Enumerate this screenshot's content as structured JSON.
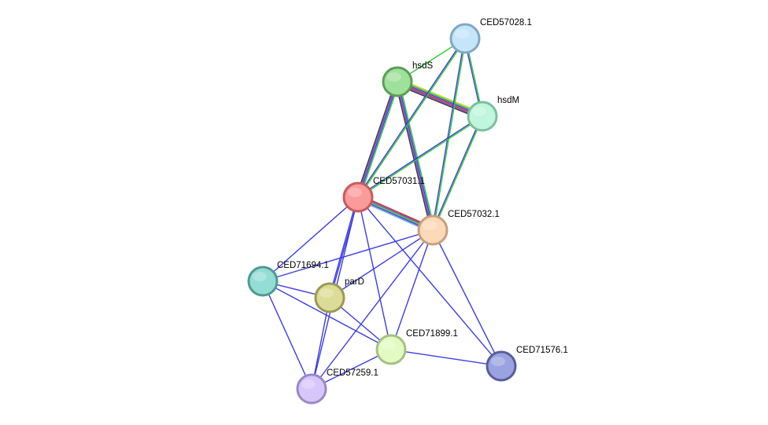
{
  "nodes": [
    {
      "id": "CED57028.1",
      "label": "CED57028.1",
      "fill": "#c5e6fa",
      "stroke": "#7fa8c6"
    },
    {
      "id": "hsdS",
      "label": "hsdS",
      "fill": "#9fe09a",
      "stroke": "#5a9e55"
    },
    {
      "id": "hsdM",
      "label": "hsdM",
      "fill": "#bff6dc",
      "stroke": "#7dbf9e"
    },
    {
      "id": "CED57031.1",
      "label": "CED57031.1",
      "fill": "#fb9a9a",
      "stroke": "#c85a5a"
    },
    {
      "id": "CED57032.1",
      "label": "CED57032.1",
      "fill": "#fcd9b8",
      "stroke": "#c8a07a"
    },
    {
      "id": "CED71694.1",
      "label": "CED71694.1",
      "fill": "#93ddd5",
      "stroke": "#4f9a92"
    },
    {
      "id": "parD",
      "label": "parD",
      "fill": "#dcdc96",
      "stroke": "#9a9a55"
    },
    {
      "id": "CED71899.1",
      "label": "CED71899.1",
      "fill": "#e3fbc3",
      "stroke": "#a3c282"
    },
    {
      "id": "CED71576.1",
      "label": "CED71576.1",
      "fill": "#9aa3e0",
      "stroke": "#565e9c"
    },
    {
      "id": "CED57259.1",
      "label": "CED57259.1",
      "fill": "#d6c6fa",
      "stroke": "#9a87c7"
    }
  ],
  "edges": [
    {
      "source": "hsdS",
      "target": "CED57028.1",
      "colors": [
        "#2ecc2e"
      ]
    },
    {
      "source": "hsdS",
      "target": "hsdM",
      "colors": [
        "#d4d42a",
        "#2ecc2e",
        "#3c3ce6",
        "#c02a2a",
        "#7b3fbf",
        "#333333"
      ]
    },
    {
      "source": "hsdS",
      "target": "CED57031.1",
      "colors": [
        "#2ecc2e",
        "#3c3ce6",
        "#7b3fbf",
        "#333333"
      ]
    },
    {
      "source": "hsdS",
      "target": "CED57032.1",
      "colors": [
        "#2ecc2e",
        "#3c3ce6",
        "#7b3fbf",
        "#333333"
      ]
    },
    {
      "source": "CED57028.1",
      "target": "hsdM",
      "colors": [
        "#2ecc2e",
        "#3c3ce6"
      ]
    },
    {
      "source": "CED57028.1",
      "target": "CED57031.1",
      "colors": [
        "#2ecc2e",
        "#3c3ce6"
      ]
    },
    {
      "source": "CED57028.1",
      "target": "CED57032.1",
      "colors": [
        "#2ecc2e",
        "#3c3ce6"
      ]
    },
    {
      "source": "hsdM",
      "target": "CED57031.1",
      "colors": [
        "#2ecc2e",
        "#3c3ce6"
      ]
    },
    {
      "source": "hsdM",
      "target": "CED57032.1",
      "colors": [
        "#2ecc2e",
        "#3c3ce6"
      ]
    },
    {
      "source": "CED57031.1",
      "target": "CED57032.1",
      "colors": [
        "#c02a2a",
        "#7b3fbf",
        "#2ecc2e",
        "#3c3ce6",
        "#6fa8dc"
      ]
    },
    {
      "source": "CED57031.1",
      "target": "CED71694.1",
      "colors": [
        "#3c3ce6"
      ]
    },
    {
      "source": "CED57031.1",
      "target": "parD",
      "colors": [
        "#3c3ce6",
        "#3c3ce6"
      ]
    },
    {
      "source": "CED57031.1",
      "target": "CED71899.1",
      "colors": [
        "#3c3ce6"
      ]
    },
    {
      "source": "CED57031.1",
      "target": "CED71576.1",
      "colors": [
        "#3c3ce6"
      ]
    },
    {
      "source": "CED57031.1",
      "target": "CED57259.1",
      "colors": [
        "#3c3ce6"
      ]
    },
    {
      "source": "CED57032.1",
      "target": "CED71694.1",
      "colors": [
        "#3c3ce6"
      ]
    },
    {
      "source": "CED57032.1",
      "target": "parD",
      "colors": [
        "#3c3ce6"
      ]
    },
    {
      "source": "CED57032.1",
      "target": "CED71899.1",
      "colors": [
        "#3c3ce6"
      ]
    },
    {
      "source": "CED57032.1",
      "target": "CED71576.1",
      "colors": [
        "#3c3ce6"
      ]
    },
    {
      "source": "CED57032.1",
      "target": "CED57259.1",
      "colors": [
        "#3c3ce6"
      ]
    },
    {
      "source": "CED71694.1",
      "target": "parD",
      "colors": [
        "#3c3ce6"
      ]
    },
    {
      "source": "CED71694.1",
      "target": "CED71899.1",
      "colors": [
        "#3c3ce6"
      ]
    },
    {
      "source": "CED71694.1",
      "target": "CED57259.1",
      "colors": [
        "#3c3ce6"
      ]
    },
    {
      "source": "parD",
      "target": "CED71899.1",
      "colors": [
        "#3c3ce6"
      ]
    },
    {
      "source": "parD",
      "target": "CED57259.1",
      "colors": [
        "#3c3ce6"
      ]
    },
    {
      "source": "CED71899.1",
      "target": "CED71576.1",
      "colors": [
        "#3c3ce6"
      ]
    },
    {
      "source": "CED71899.1",
      "target": "CED57259.1",
      "colors": [
        "#3c3ce6"
      ]
    }
  ]
}
